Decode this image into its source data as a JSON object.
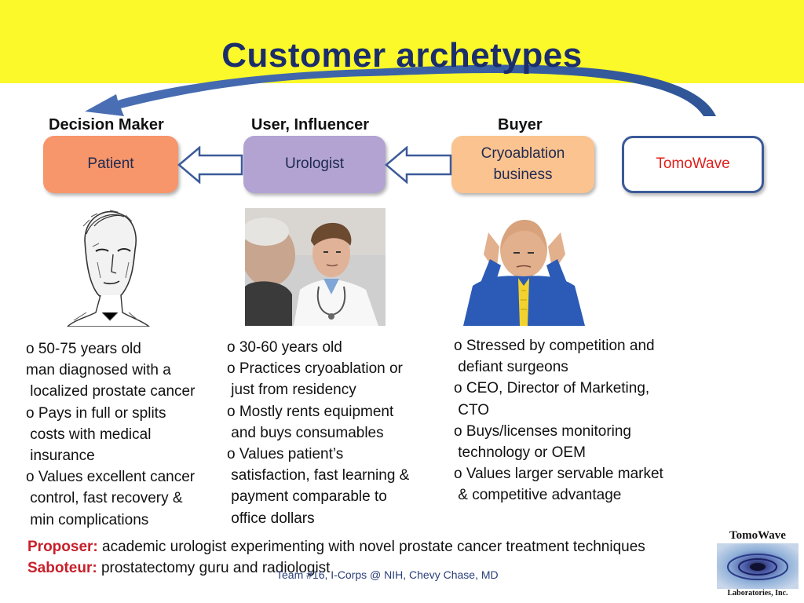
{
  "slide": {
    "title": "Customer archetypes",
    "roles": {
      "decision_maker": "Decision Maker",
      "user_influencer": "User, Influencer",
      "buyer": "Buyer"
    },
    "boxes": {
      "patient": "Patient",
      "urologist": "Urologist",
      "cryo_line1": "Cryoablation",
      "cryo_line2": "business",
      "tomowave": "TomoWave"
    },
    "columns": [
      {
        "lines": [
          "o 50-75 years old",
          "man diagnosed with a",
          " localized prostate cancer",
          "o Pays in full or splits",
          " costs with medical",
          " insurance",
          "o Values excellent cancer",
          " control, fast recovery &",
          " min complications"
        ]
      },
      {
        "lines": [
          "o 30-60 years old",
          "o Practices cryoablation or",
          " just from residency",
          "o Mostly rents equipment",
          " and buys consumables",
          "o Values patient’s",
          " satisfaction, fast learning &",
          " payment comparable to",
          " office dollars"
        ]
      },
      {
        "lines": [
          "o Stressed by competition and",
          " defiant surgeons",
          "o CEO, Director of Marketing,",
          " CTO",
          "o Buys/licenses monitoring",
          " technology or OEM",
          "o Values larger servable market",
          " & competitive advantage"
        ]
      }
    ],
    "footer": {
      "proposer_label": "Proposer:",
      "proposer_text": " academic urologist experimenting with novel prostate cancer treatment techniques",
      "saboteur_label": "Saboteur:",
      "saboteur_text": " prostatectomy guru and radiologist",
      "credit": "Team #16, I-Corps @ NIH, Chevy Chase, MD"
    },
    "logo": {
      "top": "TomoWave",
      "bottom": "Laboratories, Inc."
    },
    "colors": {
      "banner": "#fbf92a",
      "title": "#1b2e6b",
      "patient_box": "#f7956b",
      "urologist_box": "#b2a3d2",
      "cryo_box": "#fbc390",
      "tomowave_text": "#e0201c",
      "footer_label": "#c7202a"
    }
  }
}
